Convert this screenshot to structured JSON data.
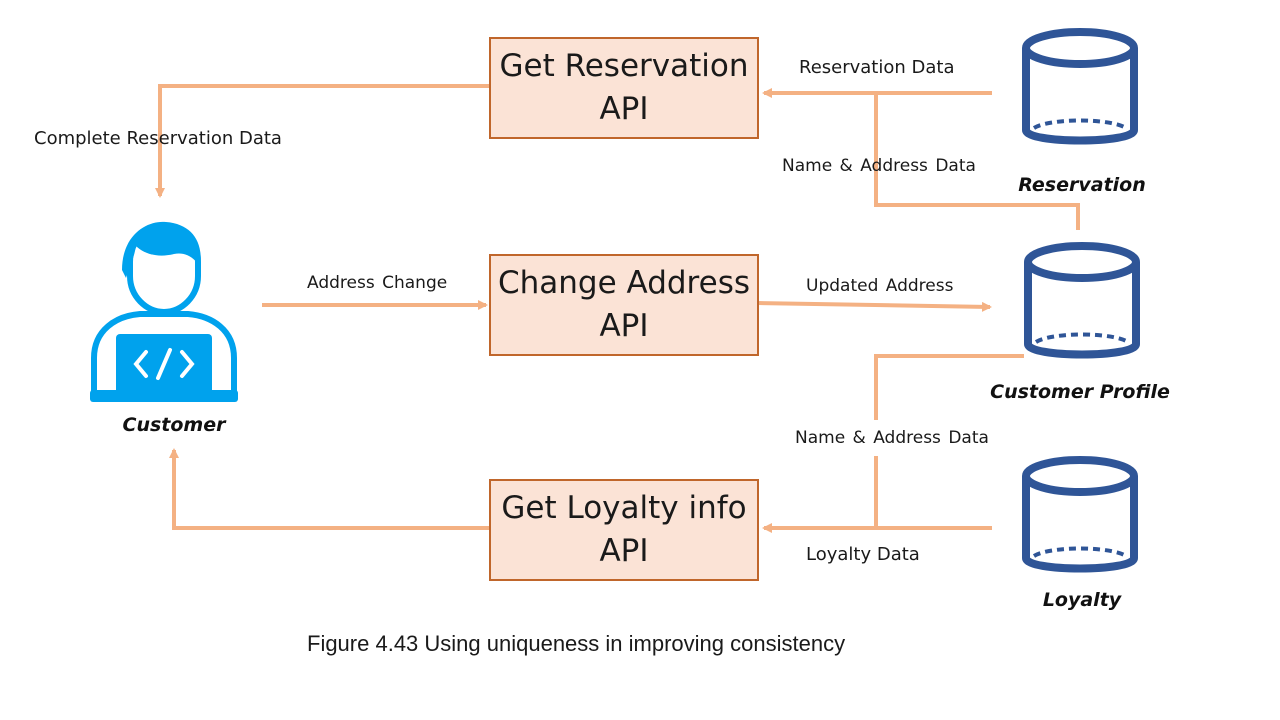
{
  "apis": {
    "get_reservation": {
      "line1": "Get Reservation",
      "line2": "API"
    },
    "change_address": {
      "line1": "Change Address",
      "line2": "API"
    },
    "get_loyalty": {
      "line1": "Get Loyalty info",
      "line2": "API"
    }
  },
  "actors": {
    "customer": "Customer"
  },
  "databases": {
    "reservation": "Reservation",
    "customer_profile": "Customer Profile",
    "loyalty": "Loyalty"
  },
  "flows": {
    "complete_reservation_data": "Complete Reservation Data",
    "address_change": "Address Change",
    "reservation_data": "Reservation Data",
    "name_address_data_top": "Name & Address Data",
    "updated_address": "Updated Address",
    "name_address_data_bottom": "Name & Address Data",
    "loyalty_data": "Loyalty Data"
  },
  "colors": {
    "arrow": "#f4b183",
    "box_fill": "#fbe3d6",
    "box_border": "#c0662b",
    "database": "#2f5597",
    "customer_icon": "#00a2ed"
  },
  "icons": {
    "customer": "developer-person-icon",
    "database": "database-cylinder-icon"
  },
  "caption": "Figure 4.43 Using uniqueness in improving consistency"
}
